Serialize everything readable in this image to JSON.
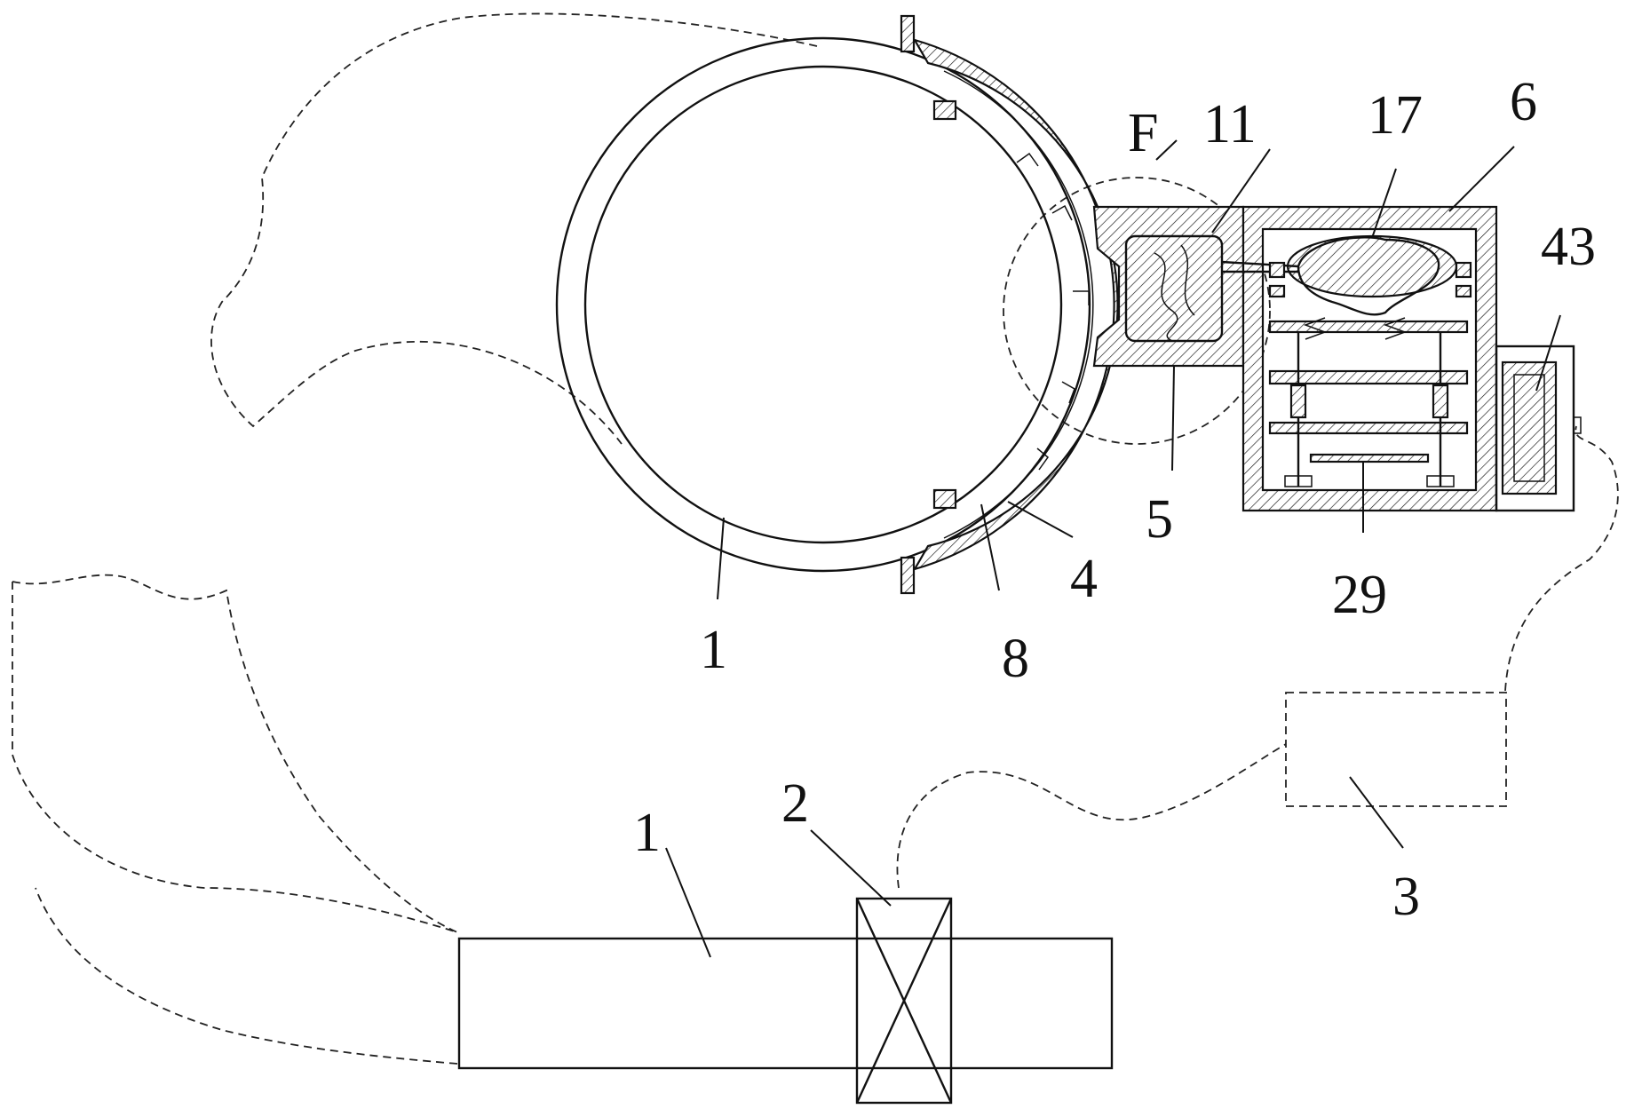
{
  "labels": {
    "part_F": "F",
    "part_11": "11",
    "part_17": "17",
    "part_6": "6",
    "part_43": "43",
    "part_5": "5",
    "part_4": "4",
    "part_29": "29",
    "part_1_top": "1",
    "part_8": "8",
    "part_1_bottom": "1",
    "part_2": "2",
    "part_3": "3"
  },
  "colors": {
    "line": "#111111",
    "background": "#ffffff"
  }
}
